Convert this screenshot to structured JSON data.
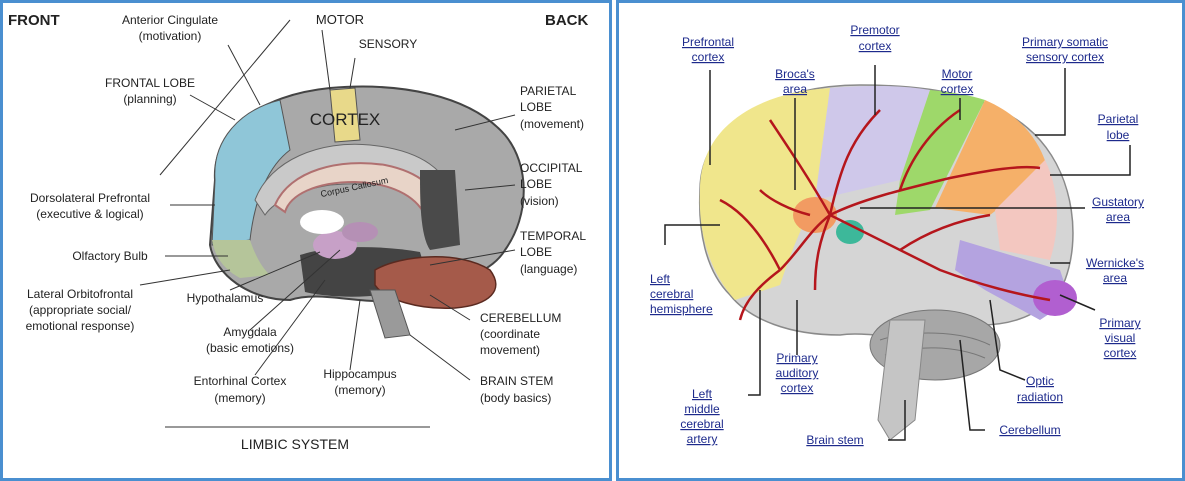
{
  "left": {
    "front": "FRONT",
    "back": "BACK",
    "anterior_cingulate": [
      "Anterior Cingulate",
      "(motivation)"
    ],
    "motor": "MOTOR",
    "sensory": "SENSORY",
    "frontal_lobe": [
      "FRONTAL LOBE",
      "(planning)"
    ],
    "parietal_lobe": [
      "PARIETAL",
      "LOBE",
      "(movement)"
    ],
    "cortex": "CORTEX",
    "corpus_callosum": "Corpus Callosum",
    "occipital_lobe": [
      "OCCIPITAL",
      "LOBE",
      "(vision)"
    ],
    "dorsolateral": [
      "Dorsolateral Prefrontal",
      "(executive & logical)"
    ],
    "temporal_lobe": [
      "TEMPORAL",
      "LOBE",
      "(language)"
    ],
    "olfactory_bulb": "Olfactory Bulb",
    "lateral_orbitofrontal": [
      "Lateral Orbitofrontal",
      "(appropriate social/",
      "emotional response)"
    ],
    "hypothalamus": "Hypothalamus",
    "amygdala": [
      "Amygdala",
      "(basic emotions)"
    ],
    "cerebellum": [
      "CEREBELLUM",
      "(coordinate",
      "movement)"
    ],
    "entorhinal": [
      "Entorhinal Cortex",
      "(memory)"
    ],
    "hippocampus": [
      "Hippocampus",
      "(memory)"
    ],
    "brain_stem": [
      "BRAIN STEM",
      "(body basics)"
    ],
    "limbic_system": "LIMBIC SYSTEM"
  },
  "right": {
    "prefrontal": [
      "Prefrontal",
      "cortex"
    ],
    "premotor": [
      "Premotor",
      "cortex"
    ],
    "primary_somatic": [
      "Primary somatic",
      "sensory cortex"
    ],
    "brocas": [
      "Broca's",
      "area"
    ],
    "motor_cortex": [
      "Motor",
      "cortex"
    ],
    "parietal": [
      "Parietal",
      "lobe"
    ],
    "gustatory": [
      "Gustatory",
      "area"
    ],
    "left_hemisphere": [
      "Left",
      "cerebral",
      "hemisphere"
    ],
    "wernickes": [
      "Wernicke's",
      "area"
    ],
    "primary_visual": [
      "Primary",
      "visual",
      "cortex"
    ],
    "primary_auditory": [
      "Primary",
      "auditory",
      "cortex"
    ],
    "left_artery": [
      "Left",
      "middle",
      "cerebral",
      "artery"
    ],
    "optic": [
      "Optic",
      "radiation"
    ],
    "brain_stem": "Brain stem",
    "cerebellum": "Cerebellum"
  },
  "colors": {
    "border": "#4a8fd0",
    "link": "#1d2a8c",
    "cortex_yellow": "#e8d98a",
    "frontal_blue": "#8fc6d8",
    "artery_red": "#b5161c"
  }
}
